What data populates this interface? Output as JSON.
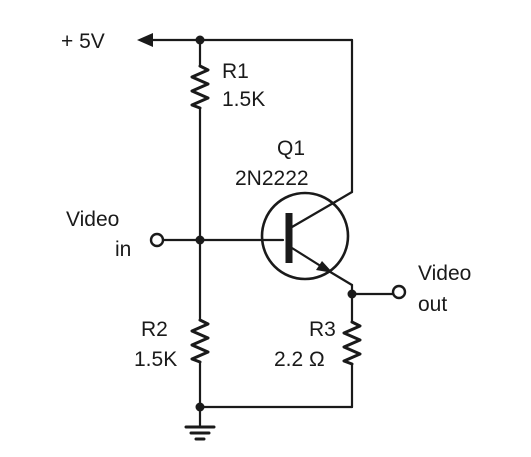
{
  "supply": {
    "label": "+ 5V"
  },
  "components": {
    "r1": {
      "ref": "R1",
      "value": "1.5K"
    },
    "r2": {
      "ref": "R2",
      "value": "1.5K"
    },
    "r3": {
      "ref": "R3",
      "value": "2.2 Ω"
    },
    "q1": {
      "ref": "Q1",
      "part": "2N2222"
    }
  },
  "ports": {
    "video_in": {
      "line1": "Video",
      "line2": "in"
    },
    "video_out": {
      "line1": "Video",
      "line2": "out"
    }
  },
  "colors": {
    "ink": "#1a1a1a",
    "background": "#ffffff"
  }
}
